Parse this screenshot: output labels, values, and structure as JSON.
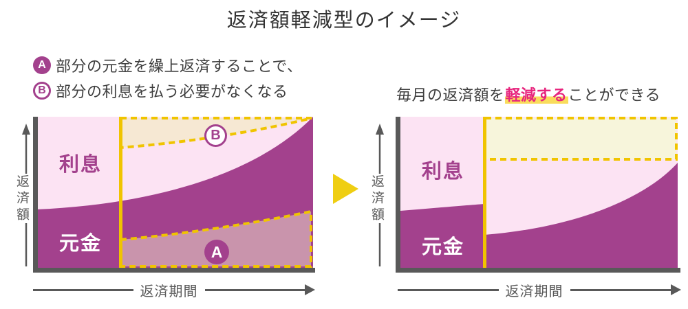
{
  "title": "返済額軽減型のイメージ",
  "caption_left": {
    "line1_badge": "A",
    "line1_text": "部分の元金を繰上返済することで、",
    "line2_badge": "B",
    "line2_text": "部分の利息を払う必要がなくなる"
  },
  "caption_right": {
    "pre": "毎月の返済額を",
    "highlight": "軽減する",
    "post": "ことができる"
  },
  "left_chart": {
    "y_axis_label": "返済額",
    "x_axis_label": "返済期間",
    "interest_label": "利息",
    "principal_label": "元金",
    "badge_a": "A",
    "badge_b": "B"
  },
  "right_chart": {
    "y_axis_label": "返済額",
    "x_axis_label": "返済期間",
    "interest_label": "利息",
    "principal_label": "元金"
  },
  "colors": {
    "principal_purple": "#A3418D",
    "interest_pink": "#FCE3F3",
    "region_a_fill": "#C994AC",
    "region_b_fill": "#F6E8D3",
    "reduced_area_cream": "#F7F5DB",
    "accent_yellow": "#F0C400",
    "big_arrow_yellow": "#EFCE12",
    "highlight_marker_yellow": "#F9DC5C",
    "highlight_text_pink": "#E7247D",
    "axis_gray": "#595959",
    "title_text": "#333333",
    "body_text": "#3E3E3E"
  }
}
